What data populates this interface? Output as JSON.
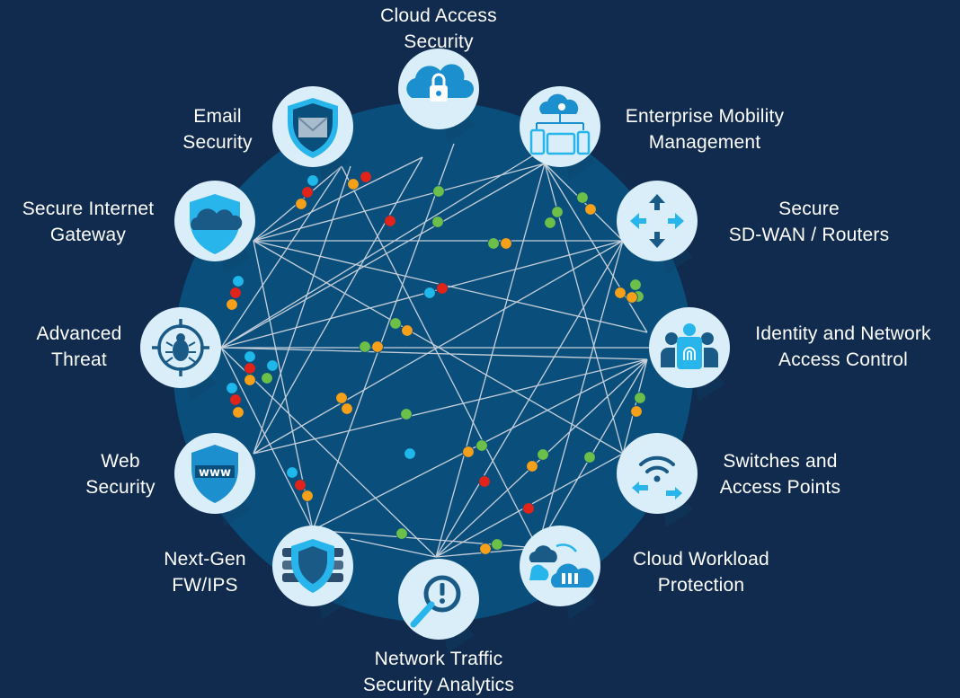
{
  "colors": {
    "background": "#102b4e",
    "big_circle": "#0a4f7c",
    "node_fill": "#d9eef9",
    "icon_blue": "#1c8fcf",
    "icon_light": "#27b5ec",
    "line": "#c7d0da",
    "dot_green": "#6cc04a",
    "dot_orange": "#f6a01a",
    "dot_red": "#e2231a",
    "dot_cyan": "#1fb8ea"
  },
  "nodes": [
    {
      "id": "cloud-access",
      "icon": "cloud-lock-icon",
      "label_lines": [
        "Cloud Access",
        "Security"
      ]
    },
    {
      "id": "enterprise-mobility",
      "icon": "cloud-devices-icon",
      "label_lines": [
        "Enterprise Mobility",
        "Management"
      ]
    },
    {
      "id": "sd-wan",
      "icon": "router-arrows-icon",
      "label_lines": [
        "Secure",
        "SD-WAN / Routers"
      ]
    },
    {
      "id": "identity",
      "icon": "fingerprint-people-icon",
      "label_lines": [
        "Identity and Network",
        "Access Control"
      ]
    },
    {
      "id": "switches",
      "icon": "wifi-arrows-icon",
      "label_lines": [
        "Switches and",
        "Access Points"
      ]
    },
    {
      "id": "cloud-workload",
      "icon": "cloud-workload-icon",
      "label_lines": [
        "Cloud Workload",
        "Protection"
      ]
    },
    {
      "id": "network-traffic",
      "icon": "magnifier-alert-icon",
      "label_lines": [
        "Network Traffic",
        "Security Analytics"
      ]
    },
    {
      "id": "next-gen",
      "icon": "firewall-shield-icon",
      "label_lines": [
        "Next-Gen",
        "FW/IPS"
      ]
    },
    {
      "id": "web-security",
      "icon": "www-shield-icon",
      "label_lines": [
        "Web",
        "Security"
      ]
    },
    {
      "id": "advanced-threat",
      "icon": "bug-target-icon",
      "label_lines": [
        "Advanced",
        "Threat"
      ]
    },
    {
      "id": "secure-internet",
      "icon": "cloud-shield-icon",
      "label_lines": [
        "Secure Internet",
        "Gateway"
      ]
    },
    {
      "id": "email-security",
      "icon": "envelope-shield-icon",
      "label_lines": [
        "Email",
        "Security"
      ]
    }
  ]
}
